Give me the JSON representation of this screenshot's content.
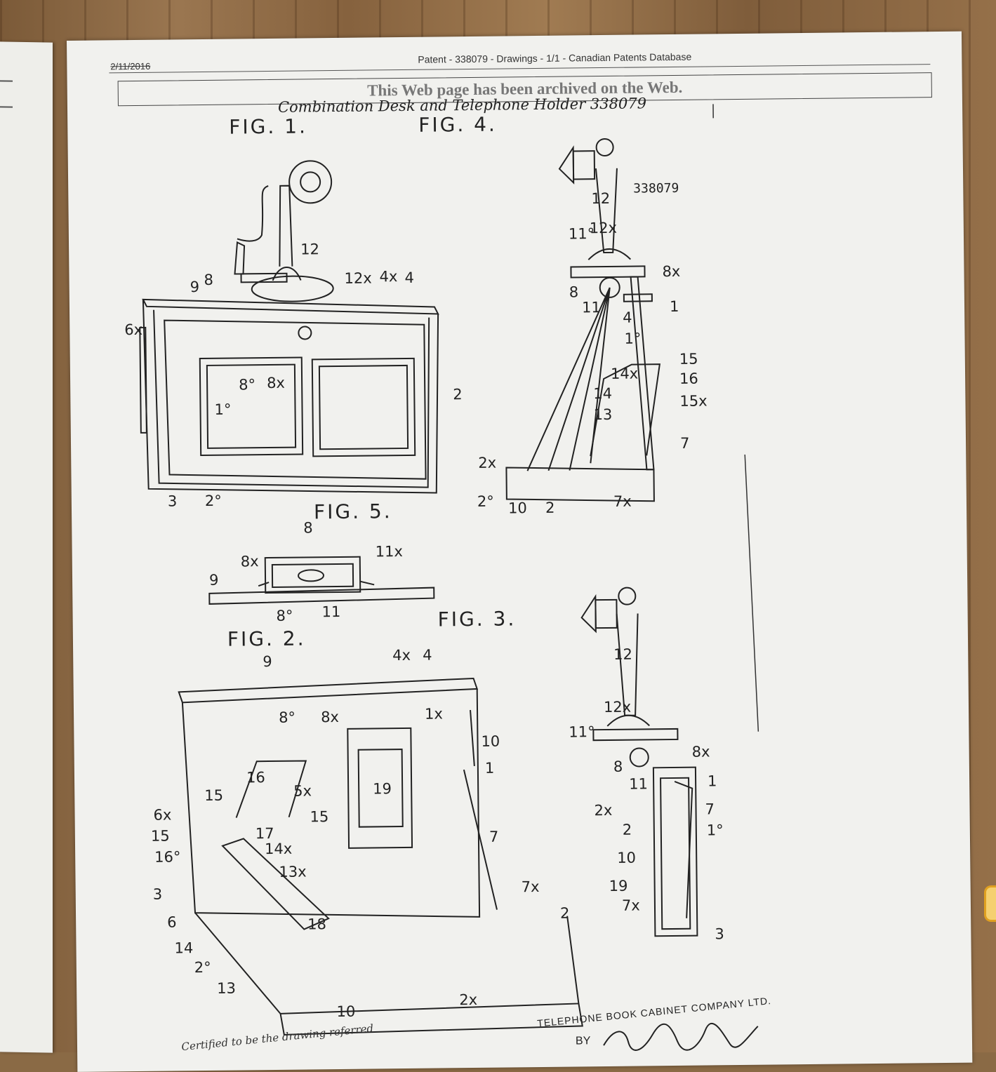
{
  "header": {
    "date": "2/11/2016",
    "title": "Patent - 338079 - Drawings - 1/1 - Canadian Patents Database"
  },
  "archive_notice": "This Web page has been archived on the Web.",
  "handwritten_title": "Combination Desk and Telephone Holder 338079",
  "patent_stamp": "338079",
  "figures": {
    "fig1": "FIG. 1.",
    "fig4": "FIG. 4.",
    "fig5": "FIG. 5.",
    "fig2": "FIG. 2.",
    "fig3": "FIG. 3."
  },
  "labels": {
    "fig1": [
      "6x",
      "9",
      "8",
      "12",
      "12x",
      "4x",
      "4",
      "8°",
      "8x",
      "1°",
      "2",
      "3",
      "2°"
    ],
    "fig4": [
      "12",
      "11°",
      "12x",
      "8x",
      "8",
      "11",
      "1",
      "4",
      "1°",
      "15",
      "14x",
      "16",
      "14",
      "15x",
      "13",
      "7",
      "2x",
      "2°",
      "10",
      "2",
      "7x"
    ],
    "fig5": [
      "8",
      "8x",
      "11x",
      "9",
      "8°",
      "11"
    ],
    "fig2": [
      "9",
      "4x",
      "4",
      "8°",
      "8x",
      "1x",
      "10",
      "1",
      "16",
      "15",
      "5x",
      "19",
      "6x",
      "15",
      "17",
      "15",
      "16°",
      "14x",
      "7",
      "13x",
      "3",
      "7x",
      "6",
      "18",
      "2",
      "14",
      "2°",
      "13",
      "10",
      "2x"
    ],
    "fig3": [
      "12",
      "12x",
      "11°",
      "8x",
      "8",
      "11",
      "1",
      "2x",
      "7",
      "2",
      "1°",
      "10",
      "19",
      "7x",
      "3"
    ]
  },
  "footer": {
    "certified": "Certified to be the drawing referred",
    "company": "TELEPHONE BOOK CABINET COMPANY LTD.",
    "by": "BY"
  }
}
